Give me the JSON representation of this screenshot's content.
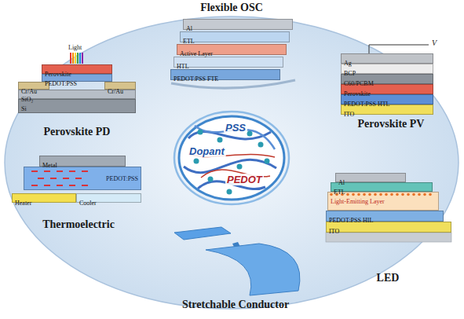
{
  "diagram": {
    "nodes": [
      {
        "text": [
          "Flexible OSC"
        ]
      },
      {
        "text": [
          "Al"
        ],
        "in": 0
      },
      {
        "text": [
          "ETL"
        ],
        "in": 0
      },
      {
        "text": [
          "Active Layer"
        ],
        "in": 0
      },
      {
        "text": [
          "HTL"
        ],
        "in": 0
      },
      {
        "text": [
          "PEDOT:PSS FTE"
        ],
        "in": 0
      },
      {
        "text": [
          "Perovskite PD"
        ]
      },
      {
        "text": [
          "Perovskite"
        ],
        "in": 6
      },
      {
        "text": [
          "PEDOT:PSS"
        ],
        "in": 6
      },
      {
        "text": [
          "Cr/Au"
        ],
        "in": 6
      },
      {
        "text": [
          "Cr/Au"
        ],
        "in": 6
      },
      {
        "text": [
          "SiO₂"
        ],
        "in": 6
      },
      {
        "text": [
          "Si"
        ],
        "in": 6
      },
      {
        "text": [
          "Perovskite PV"
        ]
      },
      {
        "text": [
          "Ag"
        ],
        "in": 13
      },
      {
        "text": [
          "BCP"
        ],
        "in": 13
      },
      {
        "text": [
          "C60/PCBM"
        ],
        "in": 13
      },
      {
        "text": [
          "Perovskite"
        ],
        "in": 13
      },
      {
        "text": [
          "PEDOT:PSS HTL"
        ],
        "in": 13
      },
      {
        "text": [
          "ITO"
        ],
        "in": 13
      },
      {
        "text": [
          "PSS",
          "Dopant",
          "PEDOT"
        ]
      },
      {
        "text": [
          "Thermoelectric"
        ]
      },
      {
        "text": [
          "Metal"
        ],
        "in": 21
      },
      {
        "text": [
          "PEDOT:PSS"
        ],
        "in": 21
      },
      {
        "text": [
          "Heater"
        ],
        "in": 21
      },
      {
        "text": [
          "Cooler"
        ],
        "in": 21
      },
      {
        "text": [
          "LED"
        ]
      },
      {
        "text": [
          "Al"
        ],
        "in": 26
      },
      {
        "text": [
          "ETL"
        ],
        "in": 26
      },
      {
        "text": [
          "Light-Emitting Layer"
        ],
        "in": 26
      },
      {
        "text": [
          "PEDOT:PSS HIL"
        ],
        "in": 26
      },
      {
        "text": [
          "ITO"
        ],
        "in": 26
      },
      {
        "text": [
          "Stretchable Conductor"
        ]
      }
    ],
    "labels": [
      "Light",
      "V"
    ]
  }
}
